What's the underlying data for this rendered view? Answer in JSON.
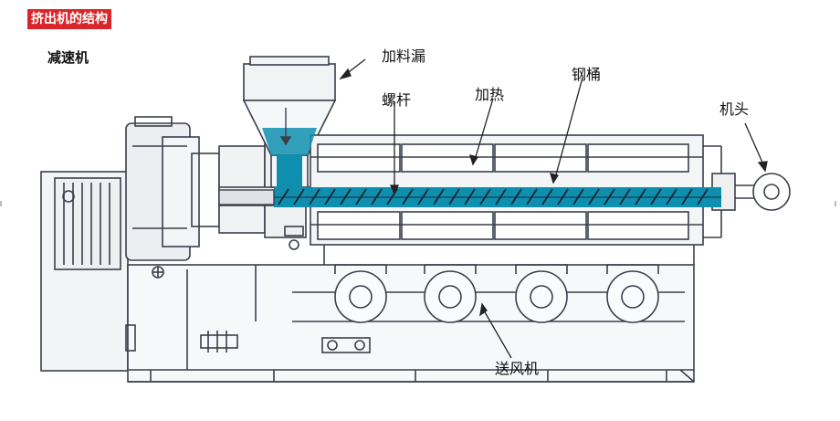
{
  "title": "挤出机的结构",
  "labels": {
    "reducer": "减速机",
    "hopper": "加料漏",
    "screw": "螺杆",
    "heater": "加热",
    "barrel": "钢桶",
    "die_head": "机头",
    "blower": "送风机"
  },
  "colors": {
    "title_bg": "#d9262b",
    "material": "#0f8fb0",
    "line": "#3a3f4a",
    "fill": "#e9ecef"
  }
}
